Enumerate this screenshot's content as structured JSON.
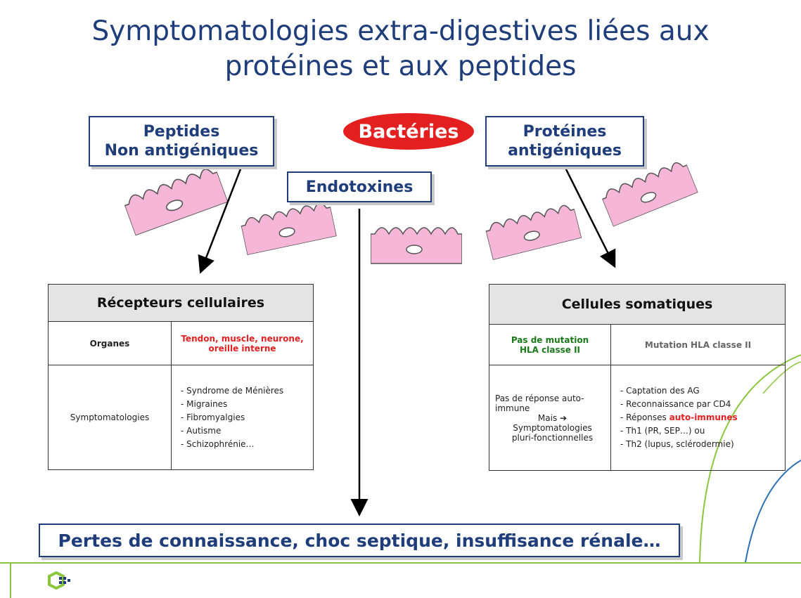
{
  "title": {
    "line1": "Symptomatologies extra-digestives liées aux",
    "line2": "protéines et aux peptides"
  },
  "labels": {
    "peptides_line1": "Peptides",
    "peptides_line2": "Non antigéniques",
    "bacteries": "Bactéries",
    "endotoxines": "Endotoxines",
    "proteines_line1": "Protéines",
    "proteines_line2": "antigéniques"
  },
  "left_table": {
    "header": "Récepteurs cellulaires",
    "row1_label": "Organes",
    "row1_value": "Tendon, muscle, neurone, oreille interne",
    "row2_label": "Symptomatologies",
    "items": [
      "- Syndrome de Ménières",
      "- Migraines",
      "- Fibromyalgies",
      "- Autisme",
      "- Schizophrénie…"
    ]
  },
  "right_table": {
    "header": "Cellules somatiques",
    "col1_head_line1": "Pas de mutation",
    "col1_head_line2": "HLA classe II",
    "col2_head": "Mutation HLA classe II",
    "col1_body_line1": "Pas de réponse auto-",
    "col1_body_line2": "immune",
    "col1_body_mais": "Mais ➔",
    "col1_body_line3": "Symptomatologies",
    "col1_body_line4": "pluri-fonctionnelles",
    "items": [
      "- Captation des AG",
      "- Reconnaissance par CD4"
    ],
    "reponses_prefix": "- Réponses ",
    "reponses_highlight": "auto-immunes",
    "items_after": [
      "- Th1 (PR, SEP…) ou",
      "- Th2 (lupus, sclérodermie)"
    ]
  },
  "bottom_banner": "Pertes de connaissance, choc septique, insuffisance rénale…",
  "colors": {
    "navy": "#1f3d7a",
    "red": "#e41f1f",
    "cell_pink": "#f6b6d8",
    "green_line": "#8cc63f",
    "blue_arc": "#2e6fb5"
  }
}
